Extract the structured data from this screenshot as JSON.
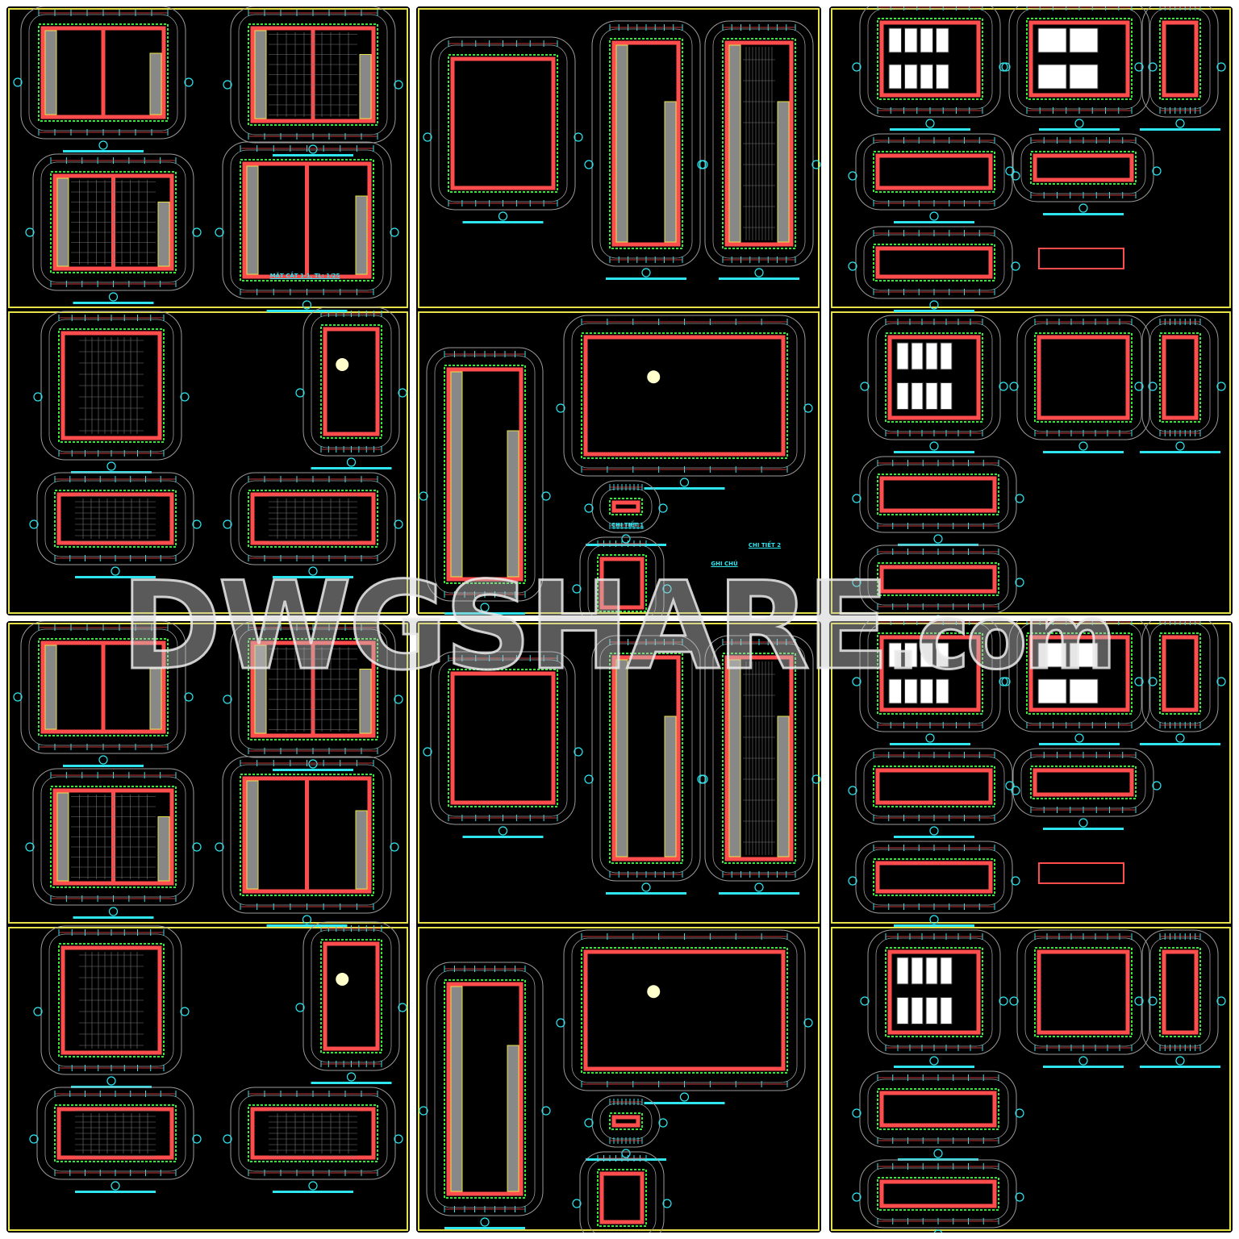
{
  "watermark": {
    "main": "DWGSHARE",
    "suffix": ".com"
  },
  "colors": {
    "background": "#000000",
    "frame": "#e8e24a",
    "wall": "#ff4d4d",
    "dimension": "#2fe6f0",
    "finish": "#39e639",
    "outline": "#9a9a9a"
  },
  "titles": {
    "section_1_1": "MẶT CẮT 1-1, TL: 1/25",
    "detail_1": "CHI TIẾT 1",
    "detail_2": "CHI TIẾT 2",
    "notes": "GHI CHÚ"
  }
}
